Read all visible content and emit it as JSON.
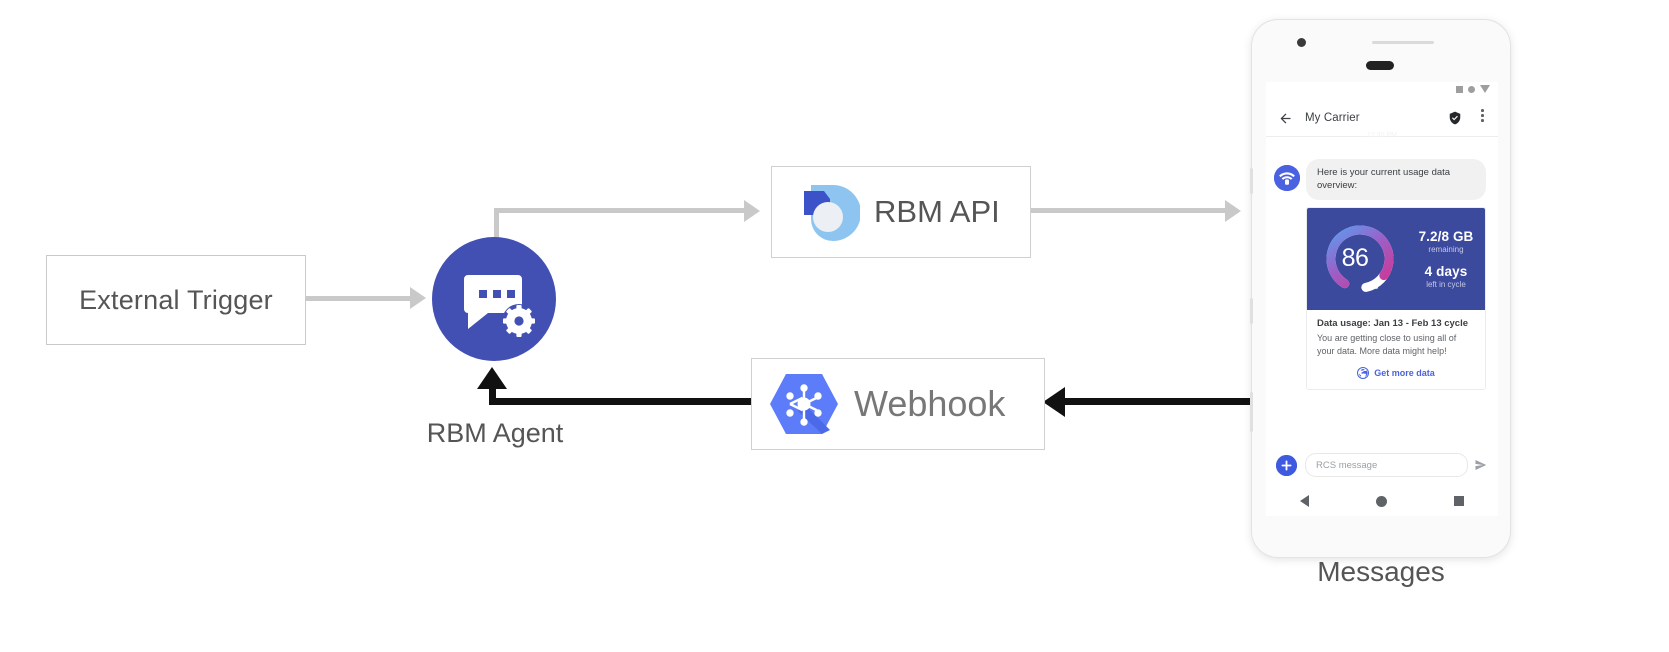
{
  "diagram": {
    "nodes": {
      "external_trigger": {
        "label": "External Trigger"
      },
      "rbm_agent": {
        "label": "RBM Agent",
        "icon": "chat-gear-icon",
        "color": "#4250b4"
      },
      "rbm_api": {
        "label": "RBM API",
        "icon": "rbm-api-logo-icon"
      },
      "webhook": {
        "label": "Webhook",
        "icon": "webhook-hexagon-icon",
        "color": "#5c7cfa"
      },
      "messages": {
        "label": "Messages"
      }
    },
    "edges": [
      {
        "from": "External Trigger",
        "to": "RBM Agent",
        "style": "light"
      },
      {
        "from": "RBM Agent",
        "to": "RBM API",
        "style": "light"
      },
      {
        "from": "RBM API",
        "to": "Messages",
        "style": "light"
      },
      {
        "from": "Messages",
        "to": "Webhook",
        "style": "dark"
      },
      {
        "from": "Webhook",
        "to": "RBM Agent",
        "style": "dark"
      }
    ]
  },
  "phone": {
    "status_bar": {
      "icons": [
        "square-icon",
        "circle-icon",
        "triangle-down-icon"
      ]
    },
    "app_bar": {
      "back_icon": "back-arrow-icon",
      "title": "My Carrier",
      "verified_icon": "verified-shield-icon",
      "overflow_icon": "overflow-menu-icon"
    },
    "timestamp": "12:30 PM",
    "message": {
      "avatar_icon": "carrier-avatar-icon",
      "text": "Here is your current usage data overview:"
    },
    "rich_card": {
      "gauge": {
        "percent": "86",
        "percent_symbol": "%",
        "value": 86,
        "gradient_from": "#5b9cf0",
        "gradient_mid": "#9c5fc7",
        "gradient_to": "#d6318d",
        "track": "#ffffff",
        "background": "#3c4a9e"
      },
      "stats": [
        {
          "big": "7.2/8 GB",
          "small": "remaining"
        },
        {
          "big": "4 days",
          "small": "left in cycle"
        }
      ],
      "title": "Data usage: Jan 13 - Feb 13 cycle",
      "description": "You are getting close to using all of your data. More data might help!",
      "action": {
        "icon": "globe-icon",
        "label": "Get more data",
        "color": "#4a62df"
      }
    },
    "composer": {
      "plus_icon": "plus-icon",
      "placeholder": "RCS message",
      "send_icon": "send-icon"
    },
    "nav_bar": {
      "back": "nav-back-icon",
      "home": "nav-home-icon",
      "recents": "nav-recents-icon"
    }
  }
}
